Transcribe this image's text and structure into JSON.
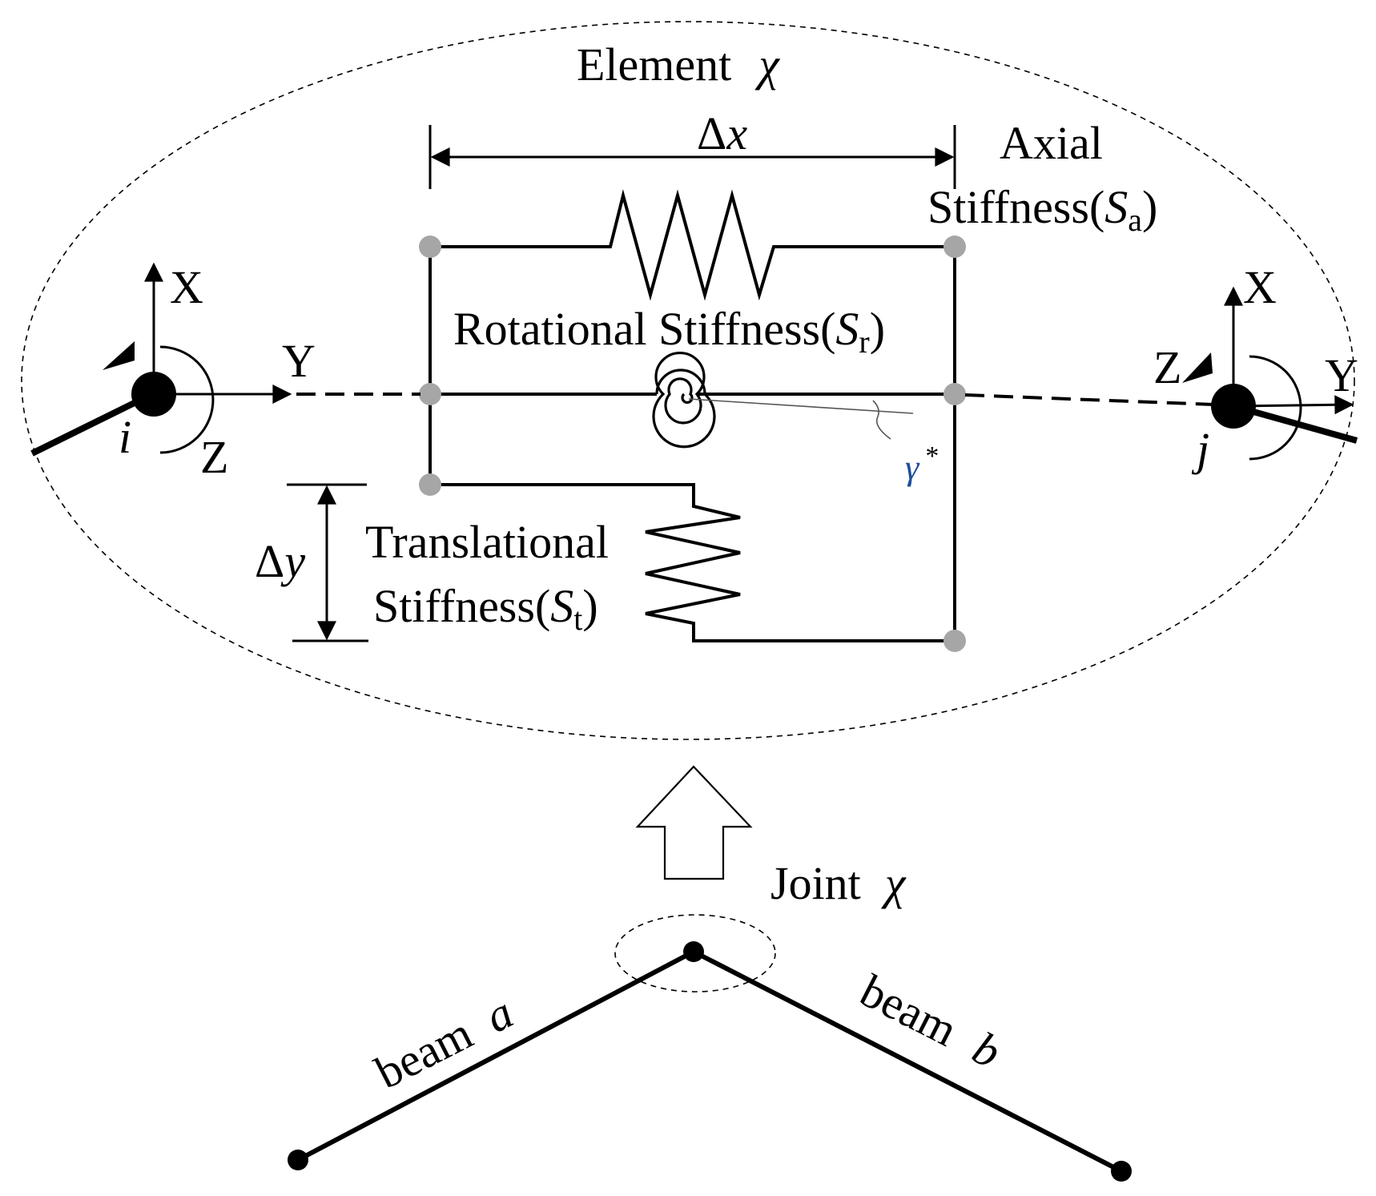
{
  "element": {
    "word": "Element",
    "symbol": "χ"
  },
  "joint": {
    "word": "Joint",
    "symbol": "χ"
  },
  "delta_x": {
    "delta": "Δ",
    "var": "x"
  },
  "delta_y": {
    "delta": "Δ",
    "var": "y"
  },
  "axial": {
    "line1": "Axial",
    "line2_pre": "Stiffness(",
    "sym": "S",
    "sub": "a",
    "close": ")"
  },
  "rotational": {
    "pre": "Rotational Stiffness(",
    "sym": "S",
    "sub": "r",
    "close": ")"
  },
  "translational": {
    "line1": "Translational",
    "line2_pre": "Stiffness(",
    "sym": "S",
    "sub": "t",
    "close": ")"
  },
  "gamma": {
    "sym": "γ",
    "star": "*"
  },
  "node_i": {
    "name": "i",
    "x": "X",
    "y": "Y",
    "z": "Z"
  },
  "node_j": {
    "name": "j",
    "x": "X",
    "y": "Y",
    "z": "Z"
  },
  "beam_a": {
    "word": "beam",
    "sym": "a"
  },
  "beam_b": {
    "word": "beam",
    "sym": "b"
  },
  "colors": {
    "line": "#000000",
    "node_gray": "#a6a6a6",
    "gamma_blue": "#1f4e9a"
  }
}
